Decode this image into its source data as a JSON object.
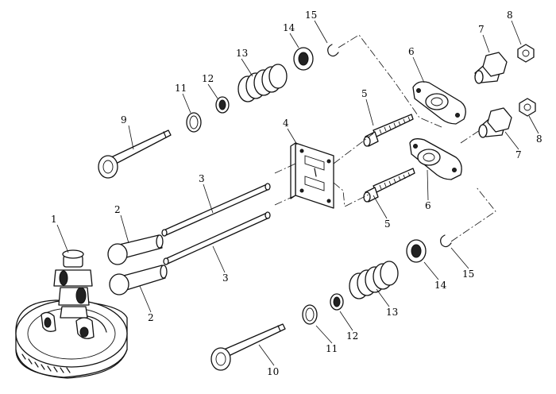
{
  "labels": [
    {
      "text": "1"
    },
    {
      "text": "2"
    },
    {
      "text": "2"
    },
    {
      "text": "3"
    },
    {
      "text": "3"
    },
    {
      "text": "4"
    },
    {
      "text": "5"
    },
    {
      "text": "5"
    },
    {
      "text": "6"
    },
    {
      "text": "6"
    },
    {
      "text": "7"
    },
    {
      "text": "7"
    },
    {
      "text": "8"
    },
    {
      "text": "8"
    },
    {
      "text": "9"
    },
    {
      "text": "10"
    },
    {
      "text": "11"
    },
    {
      "text": "11"
    },
    {
      "text": "12"
    },
    {
      "text": "12"
    },
    {
      "text": "13"
    },
    {
      "text": "13"
    },
    {
      "text": "14"
    },
    {
      "text": "14"
    },
    {
      "text": "15"
    },
    {
      "text": "15"
    }
  ]
}
